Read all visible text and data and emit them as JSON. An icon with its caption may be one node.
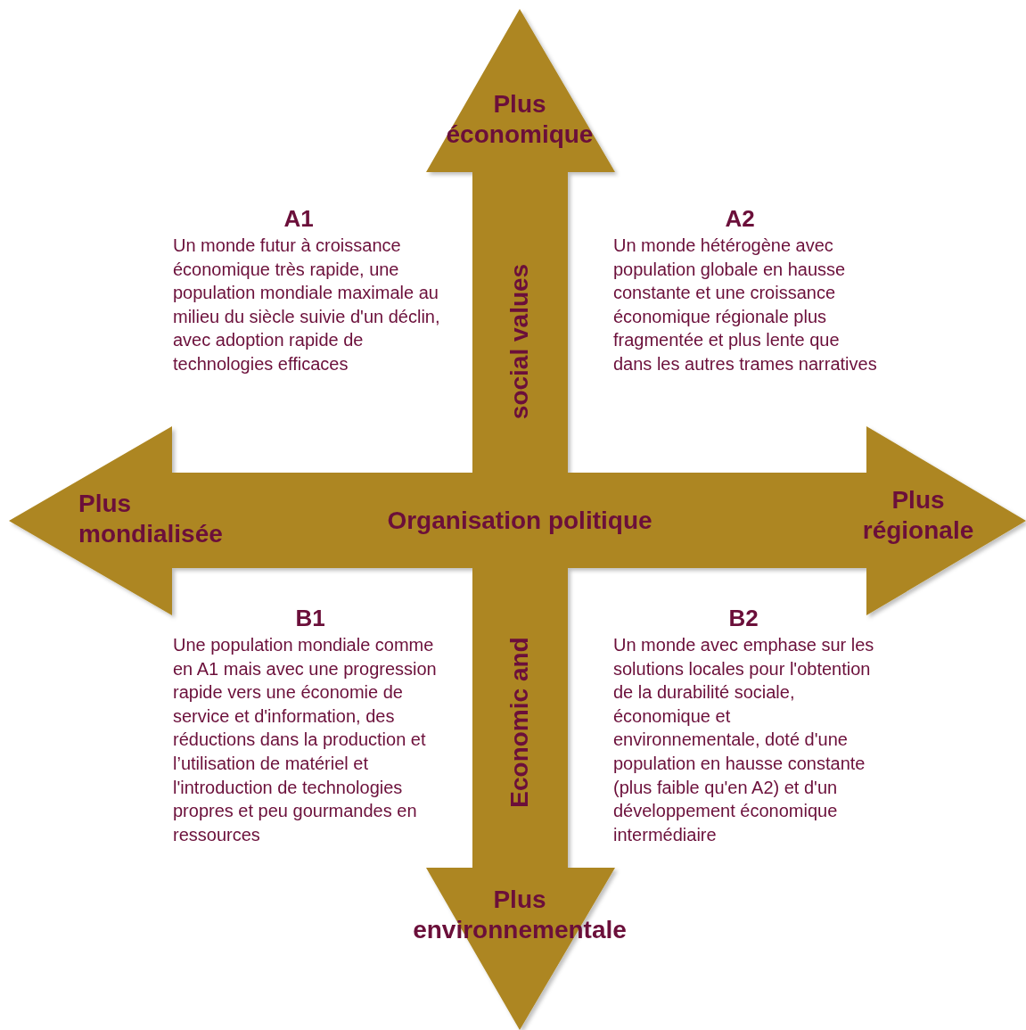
{
  "diagram": {
    "labels": [
      "Plus économique",
      "A1",
      "Un monde futur à croissance économique très rapide, une population mondiale maximale au milieu du siècle suivie d'un déclin, avec adoption rapide de technologies efficaces",
      "A2",
      "Un monde hétérogène avec population globale en hausse constante et une croissance économique régionale plus fragmentée et plus lente que dans les autres trames narratives",
      "social values",
      "Plus mondialisée",
      "Organisation politique",
      "Plus régionale",
      "B1",
      "Une population mondiale comme en A1 mais avec une progression rapide vers une économie de service et d'information, des réductions dans la production et l’utilisation de matériel et l'introduction de technologies propres et peu gourmandes en ressources",
      "Economic and",
      "B2",
      "Un monde avec emphase sur les solutions locales pour l'obtention de la durabilité sociale, économique et environnementale, doté d'une population en hausse constante (plus faible qu'en A2) et d'un développement économique intermédiaire",
      "Plus environnementale"
    ]
  }
}
